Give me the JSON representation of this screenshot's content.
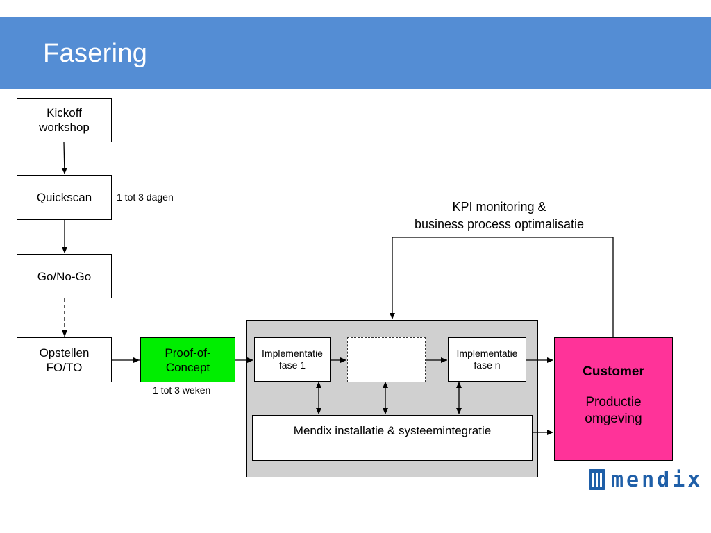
{
  "slide": {
    "title": "Fasering"
  },
  "nodes": {
    "kickoff": [
      "Kickoff",
      "workshop"
    ],
    "quickscan": "Quickscan",
    "gonogo": "Go/No-Go",
    "opstellen": [
      "Opstellen",
      "FO/TO"
    ],
    "poc": [
      "Proof-of-",
      "Concept"
    ],
    "impl1": [
      "Implementatie",
      "fase 1"
    ],
    "impln": [
      "Implementatie",
      "fase n"
    ],
    "mendix_install": "Mendix installatie & systeemintegratie",
    "customer": "Customer",
    "productie": [
      "Productie",
      "omgeving"
    ]
  },
  "annotations": {
    "quickscan_duration": "1 tot 3 dagen",
    "poc_duration": "1 tot 3 weken",
    "kpi": [
      "KPI monitoring &",
      "business process optimalisatie"
    ]
  },
  "logo": {
    "text": "mendix"
  },
  "colors": {
    "header": "#548dd4",
    "poc": "#00ee00",
    "customer": "#ff3399",
    "container": "#d0d0d0"
  }
}
